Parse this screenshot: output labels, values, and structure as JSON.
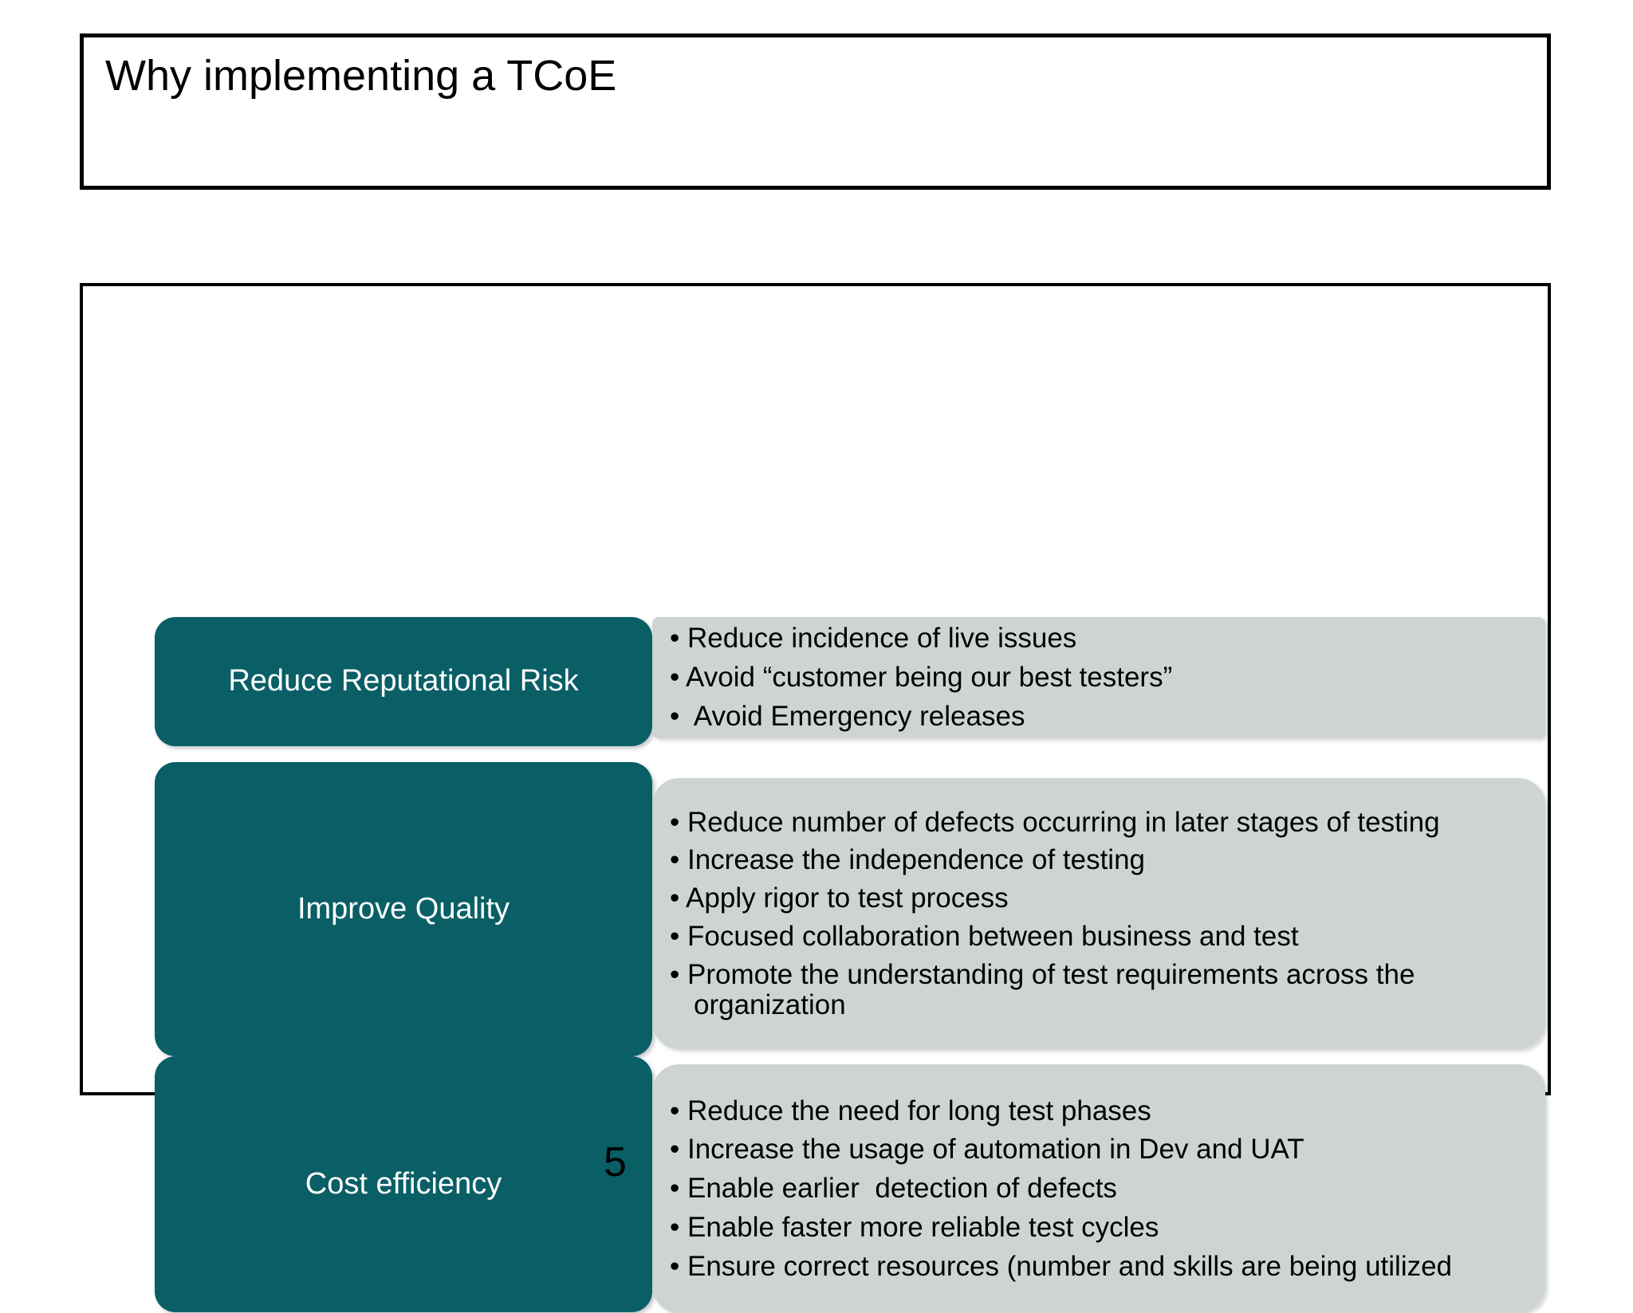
{
  "slide": {
    "title": "Why implementing a TCoE",
    "page_number": "5",
    "colors": {
      "category_box": "#0a5f66",
      "bullet_box": "#ced4d4",
      "category_text": "#ffffff",
      "bullet_text": "#000000",
      "frame_border": "#000000"
    },
    "sections": [
      {
        "label": "Reduce Reputational Risk",
        "bullets": [
          "• Reduce incidence of live issues",
          "• Avoid “customer being our best testers”",
          "•  Avoid Emergency releases"
        ]
      },
      {
        "label": "Improve Quality",
        "bullets": [
          "• Reduce number of defects occurring in later stages of testing",
          "• Increase the independence of testing",
          "• Apply rigor to test process",
          "• Focused collaboration between business and test",
          "• Promote the understanding of test requirements across the organization"
        ]
      },
      {
        "label": "Cost efficiency",
        "bullets": [
          "• Reduce the need for long test phases",
          "• Increase the usage of automation in Dev and UAT",
          "• Enable earlier  detection of defects",
          "• Enable faster more reliable test cycles",
          "• Ensure correct resources (number and skills are being utilized"
        ]
      }
    ]
  }
}
